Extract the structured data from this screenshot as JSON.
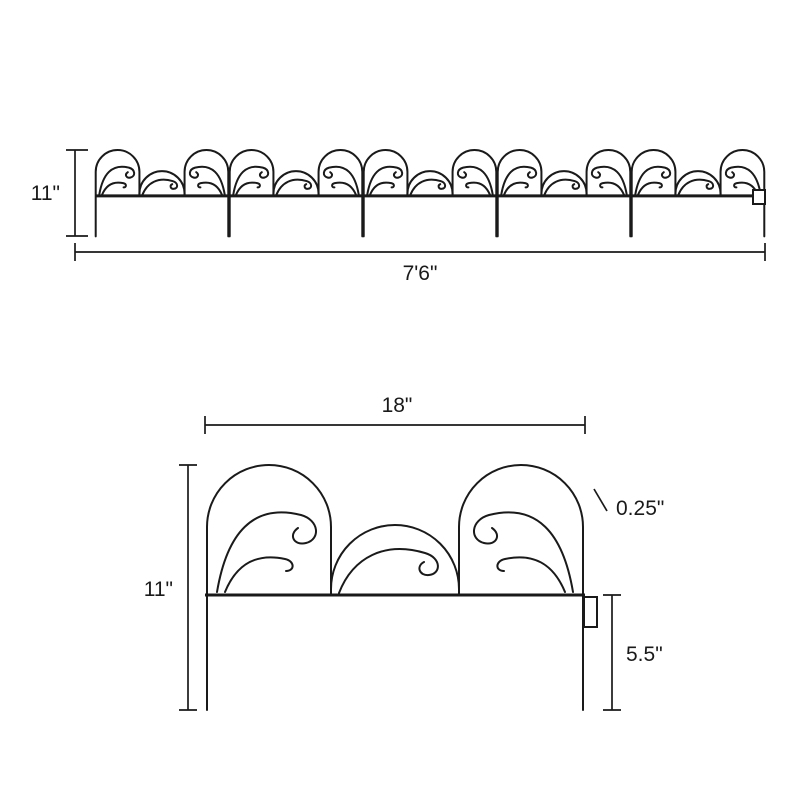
{
  "colors": {
    "line": "#1a1a1a",
    "background": "#ffffff"
  },
  "overview": {
    "height_label": "11\"",
    "width_label": "7'6\""
  },
  "detail": {
    "width_label": "18\"",
    "height_label": "11\"",
    "wire_thickness_label": "0.25\"",
    "stake_height_label": "5.5\""
  }
}
